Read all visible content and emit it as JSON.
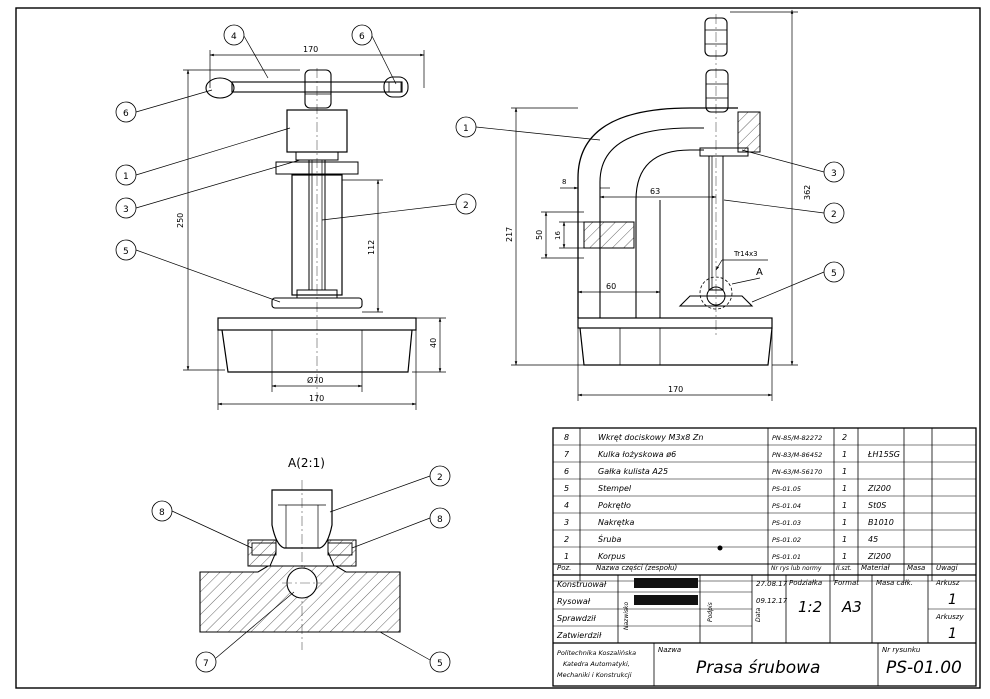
{
  "views": {
    "front": {
      "dims": {
        "top_width": "170",
        "height_total": "250",
        "stroke": "112",
        "base_height": "40",
        "inner_dia": "Ø70",
        "base_width": "170"
      },
      "balloons": [
        "4",
        "6",
        "6",
        "1",
        "3",
        "2",
        "5"
      ]
    },
    "side": {
      "dims": {
        "wall": "8",
        "reach": "63",
        "height_217": "217",
        "rib_50": "50",
        "rib_16": "16",
        "thread": "Tr14x3",
        "base_reach": "60",
        "height_362": "362",
        "base_width": "170"
      },
      "balloons": [
        "1",
        "3",
        "2",
        "5"
      ],
      "section_marker": "A"
    },
    "detail": {
      "title": "A(2:1)",
      "balloons": [
        "2",
        "8",
        "8",
        "7",
        "5"
      ]
    }
  },
  "title_block": {
    "parts": [
      {
        "pos": "8",
        "name": "Wkręt dociskowy M3x8 Zn",
        "norm": "PN-85/M-82272",
        "qty": "2",
        "material": ""
      },
      {
        "pos": "7",
        "name": "Kulka łożyskowa ø6",
        "norm": "PN-83/M-86452",
        "qty": "1",
        "material": "ŁH15SG"
      },
      {
        "pos": "6",
        "name": "Gałka kulista A25",
        "norm": "PN-63/M-56170",
        "qty": "1",
        "material": ""
      },
      {
        "pos": "5",
        "name": "Stempel",
        "norm": "PS-01.05",
        "qty": "1",
        "material": "Zl200"
      },
      {
        "pos": "4",
        "name": "Pokrętło",
        "norm": "PS-01.04",
        "qty": "1",
        "material": "St0S"
      },
      {
        "pos": "3",
        "name": "Nakrętka",
        "norm": "PS-01.03",
        "qty": "1",
        "material": "B1010"
      },
      {
        "pos": "2",
        "name": "Śruba",
        "norm": "PS-01.02",
        "qty": "1",
        "material": "45"
      },
      {
        "pos": "1",
        "name": "Korpus",
        "norm": "PS-01.01",
        "qty": "1",
        "material": "Zl200"
      }
    ],
    "headers": {
      "pos": "Poz.",
      "name": "Nazwa części (zespołu)",
      "norm": "Nr rys lub normy",
      "qty": "Il.szt.",
      "material": "Materiał",
      "mass": "Masa",
      "notes": "Uwagi"
    },
    "roles": [
      "Konstruował",
      "Rysował",
      "Sprawdził",
      "Zatwierdził"
    ],
    "lbl_nazwisko": "Nazwisko",
    "lbl_podpis": "Podpis",
    "lbl_data": "Data",
    "dates": [
      "27.08.17",
      "09.12.17"
    ],
    "lbl_scale": "Podziałka",
    "scale": "1:2",
    "lbl_format": "Format",
    "format": "A3",
    "lbl_mass": "Masa całk.",
    "lbl_sheet": "Arkusz",
    "sheet_no": "1",
    "lbl_sheets": "Arkuszy",
    "sheets": "1",
    "institution": [
      "Politechnika Koszalińska",
      "Katedra Automatyki,",
      "Mechaniki i Konstrukcji"
    ],
    "lbl_name": "Nazwa",
    "drawing_name": "Prasa śrubowa",
    "lbl_number": "Nr rysunku",
    "drawing_number": "PS-01.00"
  }
}
